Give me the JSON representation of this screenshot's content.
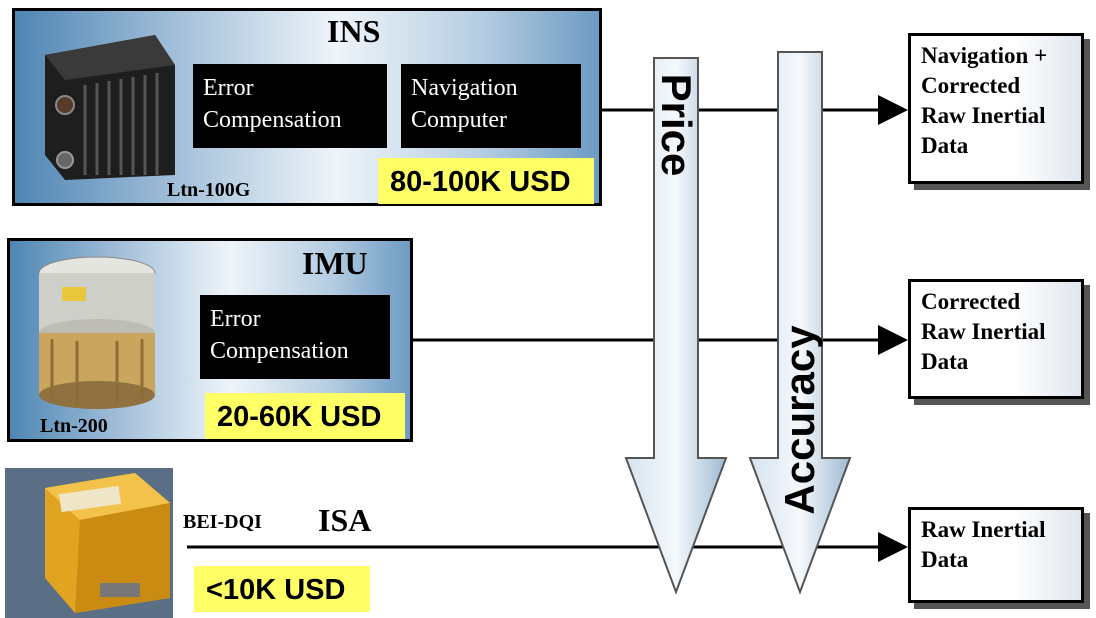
{
  "ins": {
    "title": "INS",
    "error_box": [
      "Error",
      "Compensation"
    ],
    "nav_box": [
      "Navigation",
      "Computer"
    ],
    "price": "80-100K USD",
    "device": "Ltn-100G"
  },
  "imu": {
    "title": "IMU",
    "error_box": [
      "Error",
      "Compensation"
    ],
    "price": "20-60K USD",
    "device": "Ltn-200"
  },
  "isa": {
    "title": "ISA",
    "device": "BEI-DQI",
    "price": "<10K USD"
  },
  "arrows": {
    "price": "Price",
    "accuracy": "Accuracy"
  },
  "outputs": {
    "ins": [
      "Navigation +",
      "Corrected",
      "Raw Inertial",
      "Data"
    ],
    "imu": [
      "Corrected",
      "Raw Inertial",
      "Data"
    ],
    "isa": [
      "Raw Inertial",
      "Data"
    ]
  },
  "colors": {
    "panel": "#a9c4dc",
    "arrow": "#a9c4dc",
    "price_highlight": "#ffff66"
  }
}
